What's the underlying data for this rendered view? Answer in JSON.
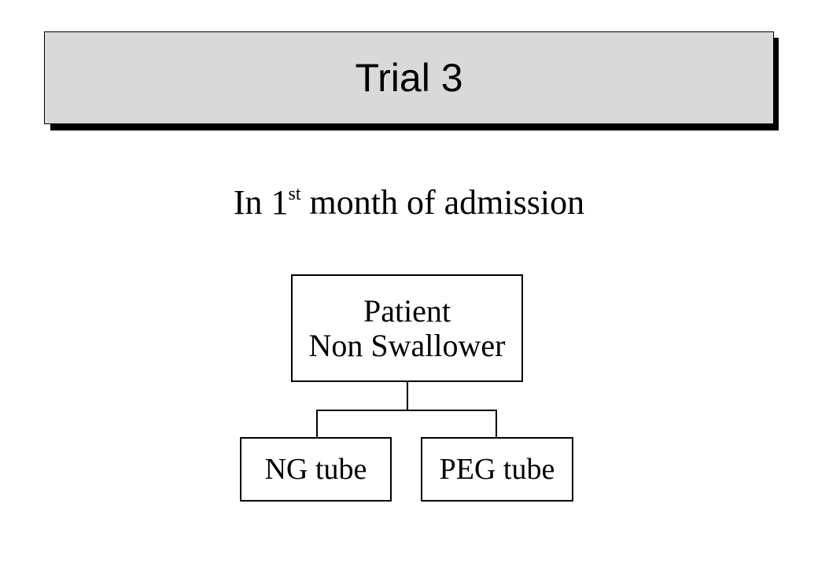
{
  "title": "Trial 3",
  "subtitle": {
    "prefix": "In 1",
    "superscript": "st",
    "suffix": " month of admission"
  },
  "diagram": {
    "root": {
      "line1": "Patient",
      "line2": "Non Swallower"
    },
    "children": [
      {
        "label": "NG tube"
      },
      {
        "label": "PEG tube"
      }
    ]
  },
  "colors": {
    "title_fill": "#d9d9d9",
    "title_shadow": "#000000",
    "stroke": "#000000",
    "background": "#ffffff"
  }
}
